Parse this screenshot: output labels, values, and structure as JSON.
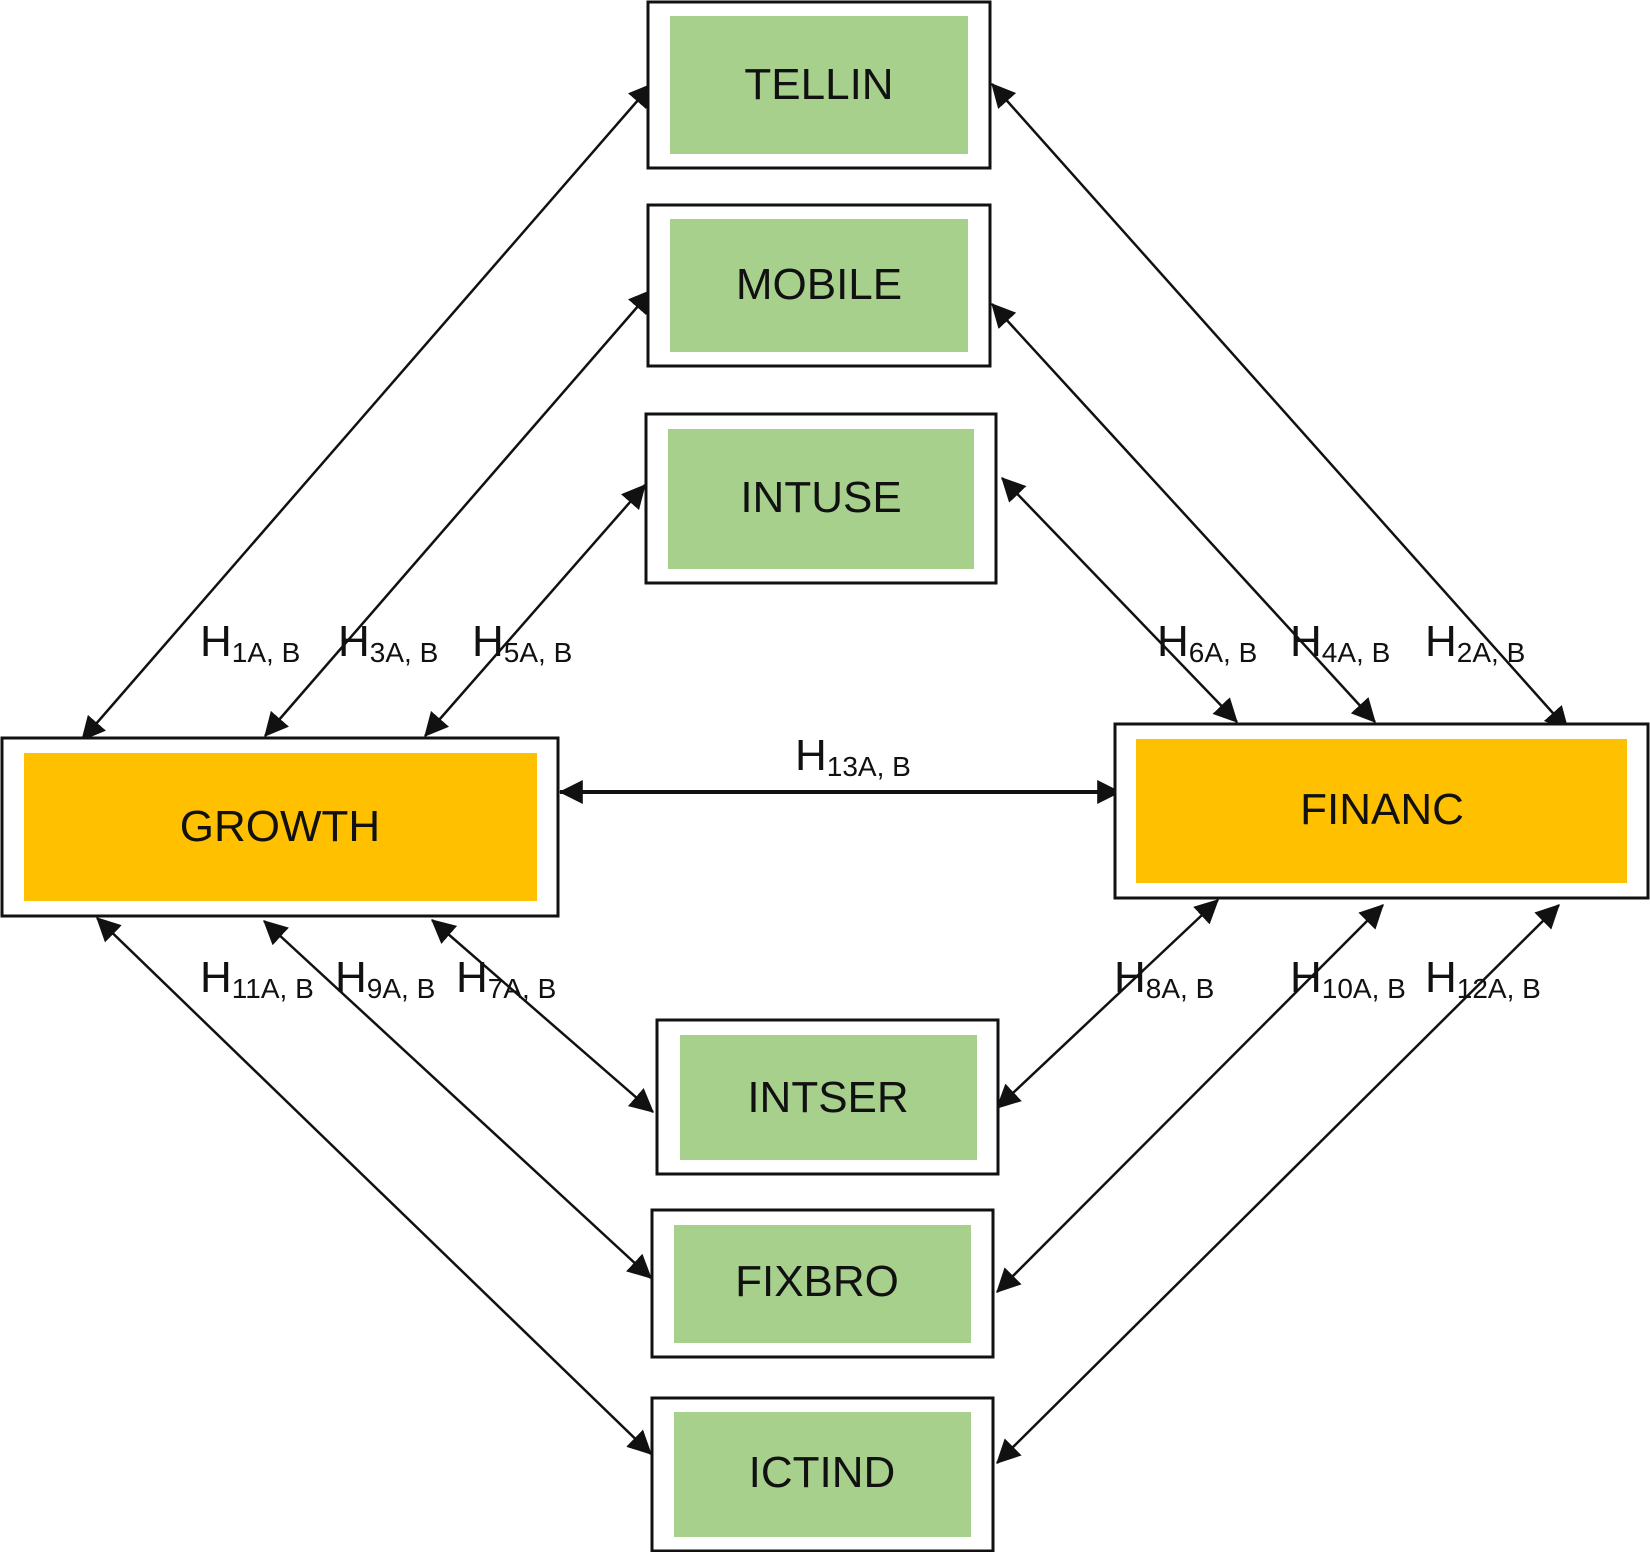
{
  "colors": {
    "variable_fill": "#a8d08d",
    "outcome_fill": "#ffc000",
    "border": "#111111",
    "arrow": "#111111"
  },
  "nodes": {
    "tellin": "TELLIN",
    "mobile": "MOBILE",
    "intuse": "INTUSE",
    "growth": "GROWTH",
    "financ": "FINANC",
    "intser": "INTSER",
    "fixbro": "FIXBRO",
    "ictind": "ICTIND"
  },
  "hypotheses": {
    "h1": {
      "main": "H",
      "sub": "1A, B"
    },
    "h3": {
      "main": "H",
      "sub": "3A, B"
    },
    "h5": {
      "main": "H",
      "sub": "5A, B"
    },
    "h6": {
      "main": "H",
      "sub": "6A, B"
    },
    "h4": {
      "main": "H",
      "sub": "4A, B"
    },
    "h2": {
      "main": "H",
      "sub": "2A, B"
    },
    "h13": {
      "main": "H",
      "sub": "13A, B"
    },
    "h11": {
      "main": "H",
      "sub": "11A, B"
    },
    "h9": {
      "main": "H",
      "sub": "9A, B"
    },
    "h7": {
      "main": "H",
      "sub": "7A, B"
    },
    "h8": {
      "main": "H",
      "sub": "8A, B"
    },
    "h10": {
      "main": "H",
      "sub": "10A, B"
    },
    "h12": {
      "main": "H",
      "sub": "12A, B"
    }
  }
}
